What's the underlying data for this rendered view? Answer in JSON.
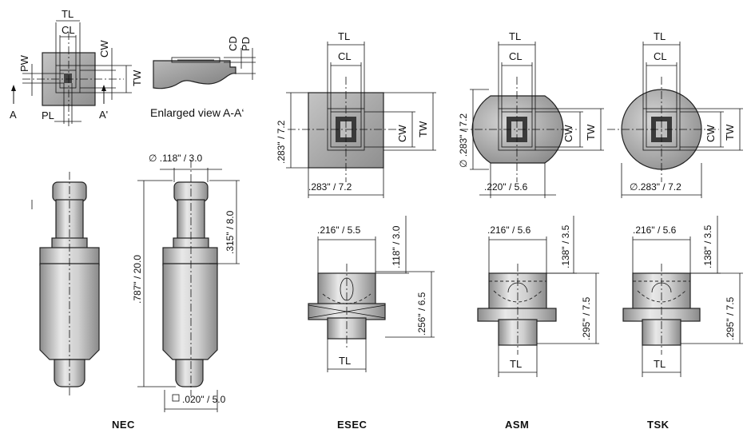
{
  "views": {
    "section_marker_left": "A",
    "section_marker_right": "A'",
    "enlarged_view_caption": "Enlarged view A-A‘"
  },
  "dims": {
    "tl": "TL",
    "cl": "CL",
    "cw": "CW",
    "tw": "TW",
    "pw": "PW",
    "pl": "PL",
    "cd": "CD",
    "pd": "PD"
  },
  "nec": {
    "title": "NEC",
    "tip_diameter": "∅ .118\" / 3.0",
    "tip_length": ".315\" / 8.0",
    "total_length": ".787\" / 20.0",
    "square": ".020\" / 5.0"
  },
  "esec": {
    "title": "ESEC",
    "height": ".283\" / 7.2",
    "width": ".283\" / 7.2",
    "top_width": ".216\" / 5.5",
    "top_height": ".118\" / 3.0",
    "mid_height": ".256\" / 6.5"
  },
  "asm": {
    "title": "ASM",
    "diameter": "∅ .283\" / 7.2",
    "flat": ".220\" / 5.6",
    "top_width": ".216\" / 5.6",
    "top_height": ".138\" / 3.5",
    "mid_height": ".295\" / 7.5"
  },
  "tsk": {
    "title": "TSK",
    "diameter": "∅.283\" / 7.2",
    "top_width": ".216\" / 5.6",
    "top_height": ".138\" / 3.5",
    "mid_height": ".295\" / 7.5"
  },
  "colors": {
    "metal_light": "#e4e4e4",
    "metal_mid": "#b8b8b8",
    "metal_dark": "#8a8a8a",
    "line": "#111111"
  }
}
